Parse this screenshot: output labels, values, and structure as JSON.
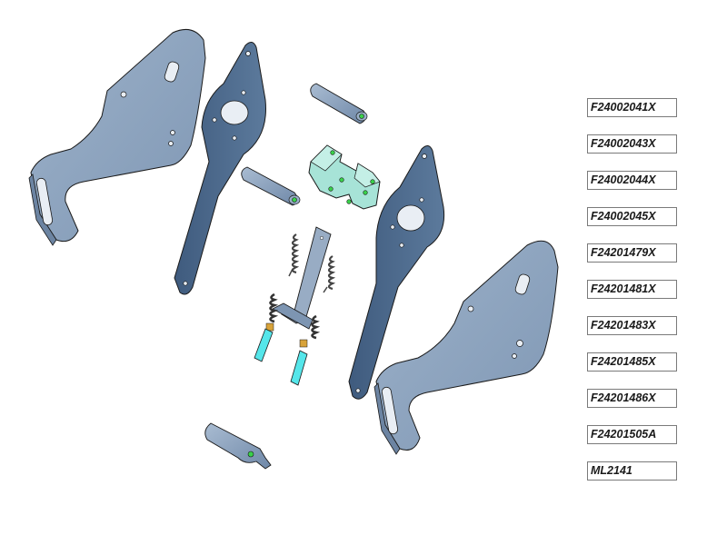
{
  "part_numbers": [
    "F24002041X",
    "F24002043X",
    "F24002044X",
    "F24002045X",
    "F24201479X",
    "F24201481X",
    "F24201483X",
    "F24201485X",
    "F24201486X",
    "F24201505A",
    "ML2141"
  ],
  "colors": {
    "plate_light": "#8fa5bf",
    "plate_dark": "#4f6c8f",
    "bracket": "#a7e3d7",
    "spring": "#555555",
    "pin_cyan": "#55e6ea",
    "hole_green": "#39d14a",
    "outline": "#1a1a1a"
  }
}
